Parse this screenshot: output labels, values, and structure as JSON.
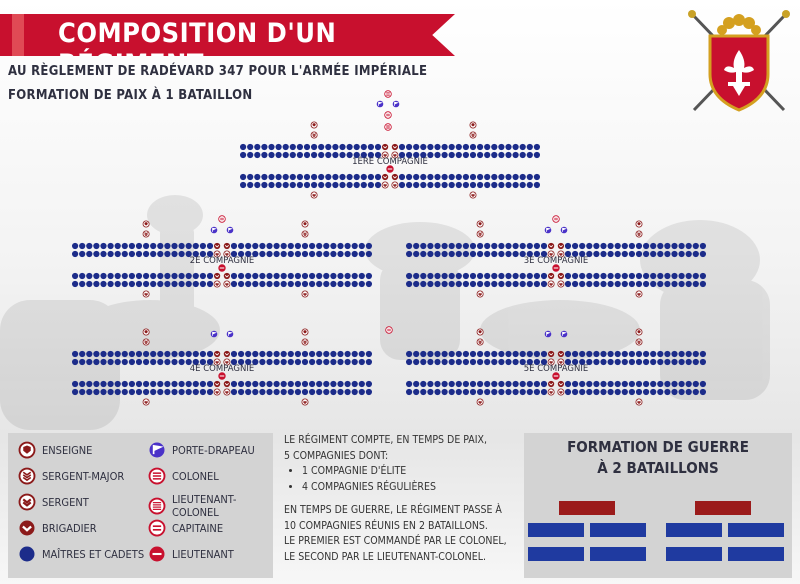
{
  "header": {
    "title": "COMPOSITION D'UN RÉGIMENT",
    "subtitle_line1": "AU RÈGLEMENT DE RADÉVARD 347 POUR L'ARMÉE IMPÉRIALE",
    "subtitle_line2": "FORMATION DE PAIX À 1 BATAILLON"
  },
  "diagram": {
    "companies": [
      {
        "label": "1ÈRE COMPAGNIE"
      },
      {
        "label": "2E COMPAGNIE"
      },
      {
        "label": "3E COMPAGNIE"
      },
      {
        "label": "4E COMPAGNIE"
      },
      {
        "label": "5E COMPAGNIE"
      }
    ]
  },
  "legend": {
    "items": [
      {
        "label": "ENSEIGNE",
        "icon": "enseigne-icon"
      },
      {
        "label": "SERGENT-MAJOR",
        "icon": "sergent-major-icon"
      },
      {
        "label": "SERGENT",
        "icon": "sergent-icon"
      },
      {
        "label": "BRIGADIER",
        "icon": "brigadier-icon"
      },
      {
        "label": "MAÎTRES ET CADETS",
        "icon": "cadet-icon"
      },
      {
        "label": "PORTE-DRAPEAU",
        "icon": "porte-drapeau-icon"
      },
      {
        "label": "COLONEL",
        "icon": "colonel-icon"
      },
      {
        "label": "LIEUTENANT-COLONEL",
        "icon": "lieutenant-colonel-icon"
      },
      {
        "label": "CAPITAINE",
        "icon": "capitaine-icon"
      },
      {
        "label": "LIEUTENANT",
        "icon": "lieutenant-icon"
      }
    ]
  },
  "info": {
    "p1_line1": "LE RÉGIMENT COMPTE, EN TEMPS DE PAIX,",
    "p1_line2": "5 COMPAGNIES DONT:",
    "bullets": [
      "1 COMPAGNIE D'ÉLITE",
      "4 COMPAGNIES RÉGULIÈRES"
    ],
    "p2_line1": "EN TEMPS DE GUERRE, LE RÉGIMENT PASSE À",
    "p2_line2": "10 COMPAGNIES RÉUNIS EN 2 BATAILLONS.",
    "p2_line3": "LE PREMIER EST COMMANDÉ PAR LE COLONEL,",
    "p2_line4": "LE SECOND PAR LE LIEUTENANT-COLONEL."
  },
  "war_formation": {
    "title_line1": "FORMATION DE GUERRE",
    "title_line2": "À 2 BATAILLONS"
  },
  "colors": {
    "red": "#c8102e",
    "navy": "#1c2c8a",
    "purple": "#4a32c8",
    "darkred": "#8b1a1a",
    "panel": "#d3d3d3",
    "war_red": "#9b1b1b",
    "war_blue": "#1f3aa0"
  }
}
